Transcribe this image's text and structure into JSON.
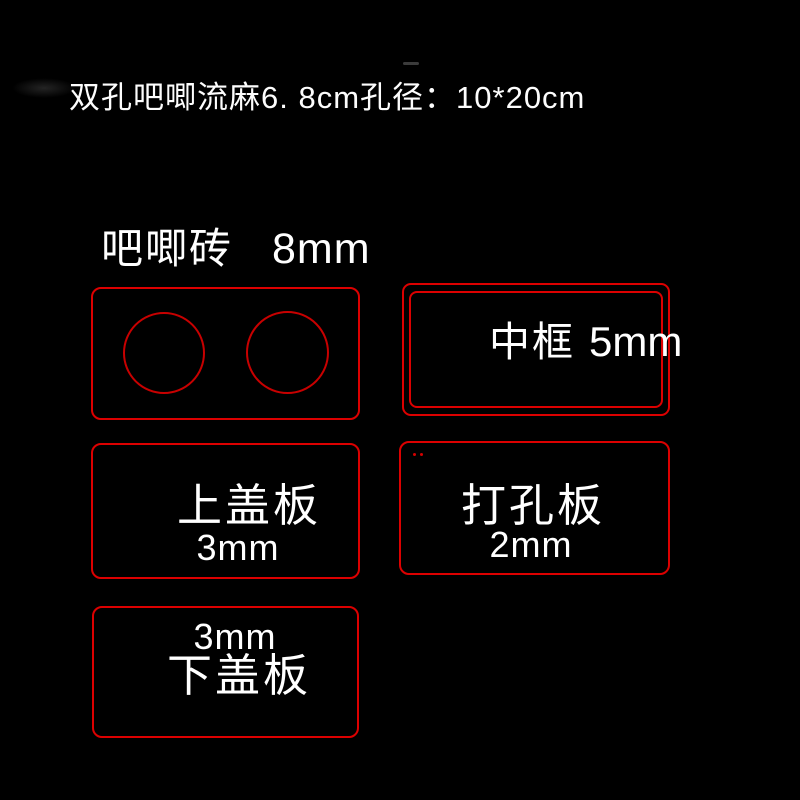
{
  "title": "双孔吧唧流麻6. 8cm孔径：10*20cm",
  "colors": {
    "background": "#000000",
    "outline_red": "#dc0000",
    "circle_red": "#c80000",
    "text_white": "#ffffff"
  },
  "parts": {
    "badge_brick": {
      "label": "吧唧砖",
      "thickness": "8mm"
    },
    "middle_frame": {
      "label": "中框",
      "thickness": "5mm"
    },
    "top_cover": {
      "label": "上盖板",
      "thickness": "3mm"
    },
    "hole_plate": {
      "label": "打孔板",
      "thickness": "2mm"
    },
    "bottom_cover": {
      "label": "下盖板",
      "thickness": "3mm"
    }
  }
}
